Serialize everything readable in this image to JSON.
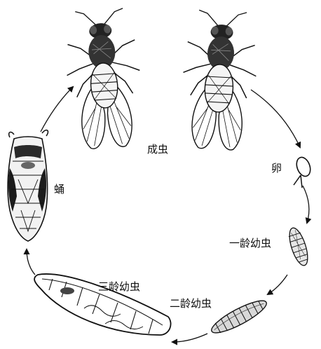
{
  "labels": {
    "adult": "成虫",
    "egg": "卵",
    "pupa": "蛹",
    "larva_1st_instar": "一龄幼虫",
    "larva_2nd_instar": "二龄幼虫",
    "larva_3rd_instar": "三龄幼虫"
  },
  "colors": {
    "ink": "#111111",
    "background": "#ffffff"
  },
  "icons": {
    "adult_fly_left": "fruit-fly-dorsal-icon",
    "adult_fly_right": "fruit-fly-dorsal-icon",
    "egg": "egg-with-filaments-icon",
    "first_instar_larva": "larva-icon",
    "second_instar_larva": "larva-icon",
    "third_instar_larva": "larva-icon",
    "pupa": "pupa-icon"
  }
}
